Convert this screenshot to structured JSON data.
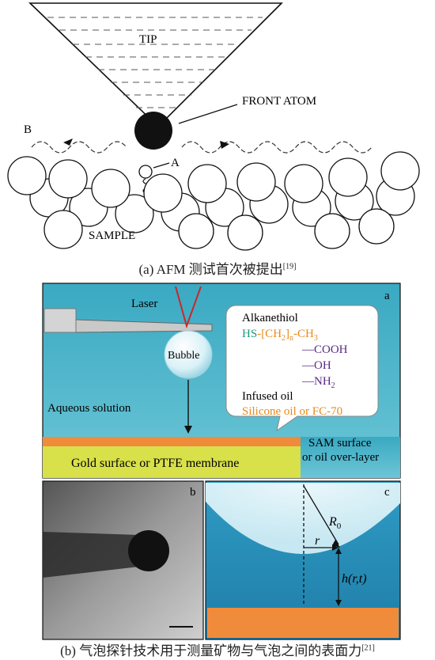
{
  "figure_a": {
    "tip": "TIP",
    "front_atom": "FRONT ATOM",
    "label_b": "B",
    "label_a": "A",
    "sample": "SAMPLE",
    "caption": "(a) AFM 测试首次被提出",
    "caption_ref": "[19]"
  },
  "figure_b": {
    "panel_a": {
      "tag": "a",
      "laser": "Laser",
      "bubble": "Bubble",
      "aqueous": "Aqueous solution",
      "gold": "Gold surface or PTFE membrane",
      "sam_line1": "SAM surface",
      "sam_line2": "or oil over-layer",
      "callout": {
        "alkanethiol": "Alkanethiol",
        "hs": "HS",
        "ch2": "[CH",
        "ch2_sub": "2",
        "ch2_close": "]",
        "n": "n",
        "ch3": "CH",
        "ch3_sub": "3",
        "cooh": "—COOH",
        "oh": "—OH",
        "nh2": "—NH",
        "nh2_sub": "2",
        "infused": "Infused oil",
        "oil": "Silicone oil or FC-70"
      }
    },
    "panel_b": {
      "tag": "b"
    },
    "panel_c": {
      "tag": "c",
      "r0": "R",
      "r0_sub": "0",
      "r": "r",
      "h": "h(r,t)"
    },
    "caption": "(b) 气泡探针技术用于测量矿物与气泡之间的表面力",
    "caption_ref": "[21]"
  },
  "colors": {
    "solution": "#4bb8cc",
    "orange": "#f08b3c",
    "gold": "#d8e04a",
    "teal_text": "#1a9a7a",
    "orange_text": "#e88a1a",
    "purple_text": "#5a2a86",
    "laser": "#c8282a",
    "panel_c_blue": "#2a8fb8"
  }
}
